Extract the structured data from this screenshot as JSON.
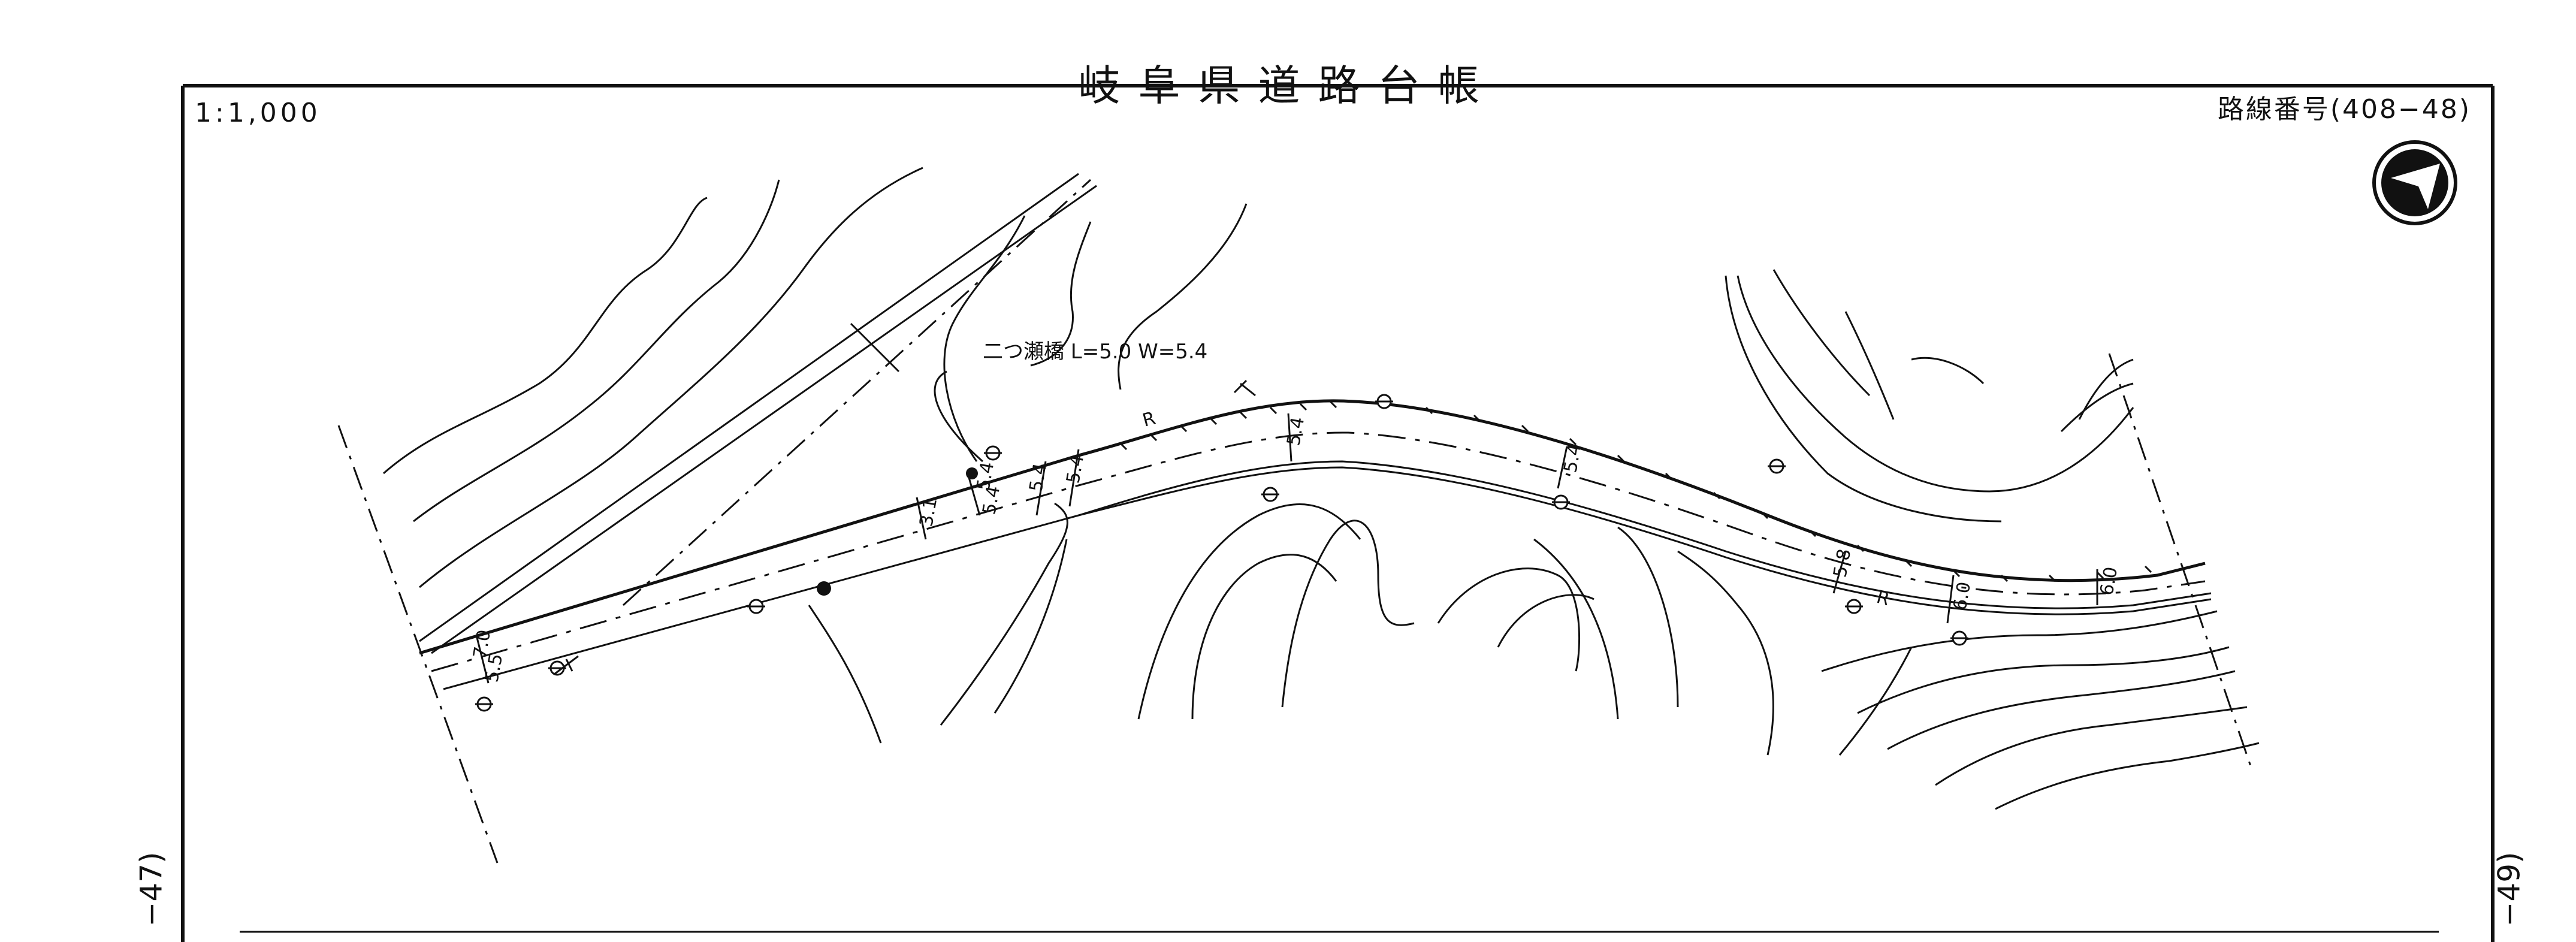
{
  "header": {
    "scale": "1:1,000",
    "title": "岐阜県道路台帳",
    "route_number": "路線番号(408−48)"
  },
  "sheet_refs": {
    "left": "−47)",
    "right": "−49)"
  },
  "annotations": {
    "bridge": "二つ瀬橋  L=5.0  W=5.4",
    "r_label_1": "R",
    "r_label_2": "R"
  },
  "widths": [
    "5.4",
    "5.4",
    "5.4",
    "5.4",
    "5.4",
    "3.1",
    "5.4",
    "7.0",
    "5.5",
    "5.8",
    "6.0",
    "6.0"
  ],
  "icons": {
    "north_arrow": "north-arrow-icon",
    "utility_pole": "utility-pole-icon",
    "sign": "road-sign-icon",
    "benchmark": "benchmark-icon"
  }
}
